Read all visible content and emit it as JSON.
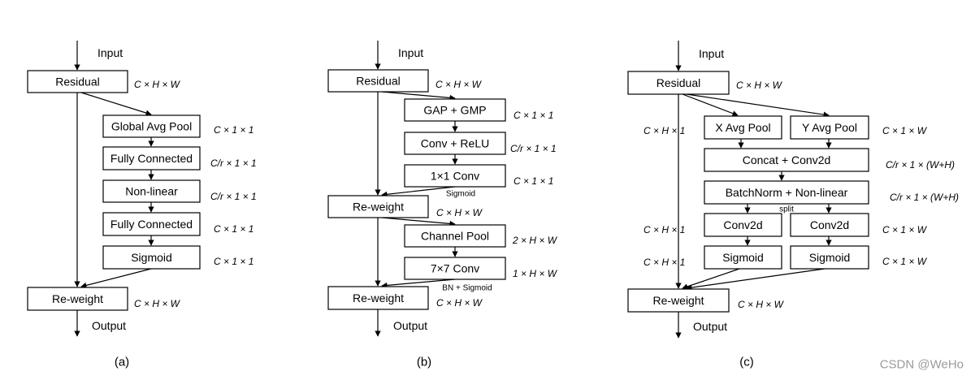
{
  "panel_a": {
    "input": "Input",
    "output": "Output",
    "caption": "(a)",
    "boxes": {
      "residual": "Residual",
      "gap": "Global Avg Pool",
      "fc1": "Fully Connected",
      "nonlinear": "Non-linear",
      "fc2": "Fully Connected",
      "sigmoid": "Sigmoid",
      "reweight": "Re-weight"
    },
    "dims": {
      "residual": "C × H × W",
      "gap": "C × 1 × 1",
      "fc1": "C/r × 1 × 1",
      "nonlinear": "C/r × 1 × 1",
      "fc2": "C × 1 × 1",
      "sigmoid": "C × 1 × 1",
      "reweight": "C × H × W"
    }
  },
  "panel_b": {
    "input": "Input",
    "output": "Output",
    "caption": "(b)",
    "boxes": {
      "residual": "Residual",
      "gapgmp": "GAP + GMP",
      "convrelu": "Conv + ReLU",
      "conv1x1": "1×1 Conv",
      "reweight1": "Re-weight",
      "channelpool": "Channel Pool",
      "conv7x7": "7×7 Conv",
      "reweight2": "Re-weight"
    },
    "notes": {
      "sigmoid": "Sigmoid",
      "bn_sigmoid": "BN + Sigmoid"
    },
    "dims": {
      "residual": "C × H × W",
      "gapgmp": "C × 1 × 1",
      "convrelu": "C/r × 1 × 1",
      "conv1x1": "C × 1 × 1",
      "reweight1": "C × H × W",
      "channelpool": "2 × H × W",
      "conv7x7": "1 × H × W",
      "reweight2": "C × H × W"
    }
  },
  "panel_c": {
    "input": "Input",
    "output": "Output",
    "caption": "(c)",
    "boxes": {
      "residual": "Residual",
      "xpool": "X Avg Pool",
      "ypool": "Y Avg Pool",
      "concat": "Concat + Conv2d",
      "bn": "BatchNorm + Non-linear",
      "conv_left": "Conv2d",
      "conv_right": "Conv2d",
      "sig_left": "Sigmoid",
      "sig_right": "Sigmoid",
      "reweight": "Re-weight"
    },
    "notes": {
      "split": "split"
    },
    "dims": {
      "residual": "C × H × W",
      "left1": "C × H × 1",
      "xy": "C × 1 × W",
      "concat": "C/r × 1 × (W+H)",
      "bn": "C/r × 1 × (W+H)",
      "left2": "C × H × 1",
      "right2": "C × 1 × W",
      "left3": "C × H × 1",
      "right3": "C × 1 × W",
      "reweight": "C × H × W"
    }
  },
  "watermark": "CSDN @WeHo"
}
